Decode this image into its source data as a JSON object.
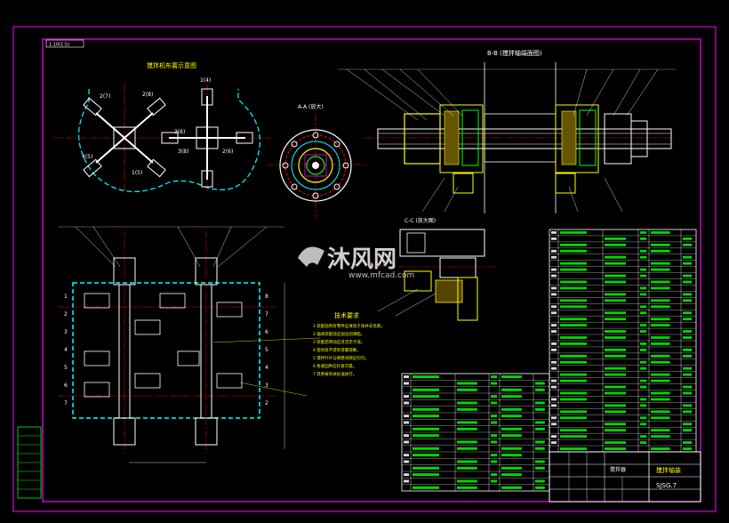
{
  "frame": {
    "scale_tag": "1:10(1:5)"
  },
  "views": {
    "layout_title": "搅拌机布置示意图",
    "section_bb": "B-B (搅拌轴端面图)",
    "section_aa": "A-A (放大)",
    "section_cc": "C-C (放大图)",
    "arm_labels": [
      "2(7)",
      "2(8)",
      "3(6)",
      "4(5)",
      "1(5)",
      "2(6)",
      "1(4)",
      "3(8)"
    ]
  },
  "notes": {
    "title": "技术要求",
    "items": [
      "1 装配前所有零件应清洗干净并去毛刺。",
      "2 轴承装配前应加注润滑脂。",
      "3 装配后转动应灵活无卡滞。",
      "4 密封处不得有渗漏现象。",
      "5 搅拌叶片与筒壁间隙应均匀。",
      "6 各紧固件应拧紧可靠。",
      "7 其余按有关标准执行。"
    ]
  },
  "title_block": {
    "name": "搅拌轴装",
    "sub": "搅拌器",
    "code": "SJSG.7"
  },
  "watermark": {
    "brand": "沐风网",
    "url": "www.mfcad.com"
  },
  "colors": {
    "background": "#000000",
    "frame": "#ff00ff",
    "cyan": "#00ffff",
    "yellow": "#ffff00",
    "green": "#00ff00",
    "red": "#ff0000",
    "white": "#ffffff"
  }
}
